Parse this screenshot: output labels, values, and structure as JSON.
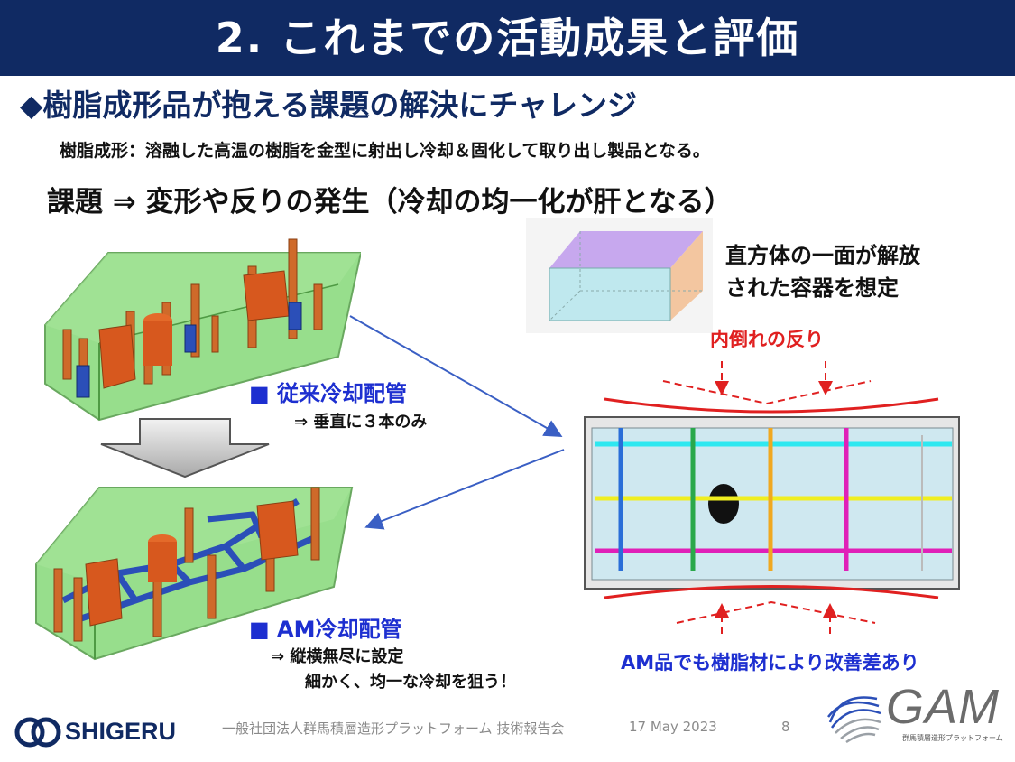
{
  "header": {
    "title": "2. これまでの活動成果と評価"
  },
  "headline": "◆樹脂成形品が抱える課題の解決にチャレンジ",
  "definition": "樹脂成形：溶融した高温の樹脂を金型に射出し冷却＆固化して取り出し製品となる。",
  "issue": "課題 ⇒ 変形や反りの発生（冷却の均一化が肝となる）",
  "conventional": {
    "label": "■ 従来冷却配管",
    "note": "⇒ 垂直に３本のみ"
  },
  "am": {
    "label": "■ AM冷却配管",
    "note1": "⇒ 縦横無尽に設定",
    "note2": "細かく、均一な冷却を狙う！"
  },
  "box": {
    "note1": "直方体の一面が解放",
    "note2": "された容器を想定"
  },
  "warp_label": "内倒れの反り",
  "am_result": "AM品でも樹脂材により改善差あり",
  "footer": {
    "org": "一般社団法人群馬積層造形プラットフォーム 技術報告会",
    "date": "17 May 2023",
    "page": "8"
  },
  "brand": {
    "name": "SHIGERU",
    "gam": "GAM",
    "gam_sub": "群馬積層造形プラットフォーム"
  },
  "colors": {
    "title_bar": "#102a63",
    "accent_blue": "#1d2fd0",
    "accent_red": "#e02020",
    "mold_green": "#7ad46a"
  }
}
